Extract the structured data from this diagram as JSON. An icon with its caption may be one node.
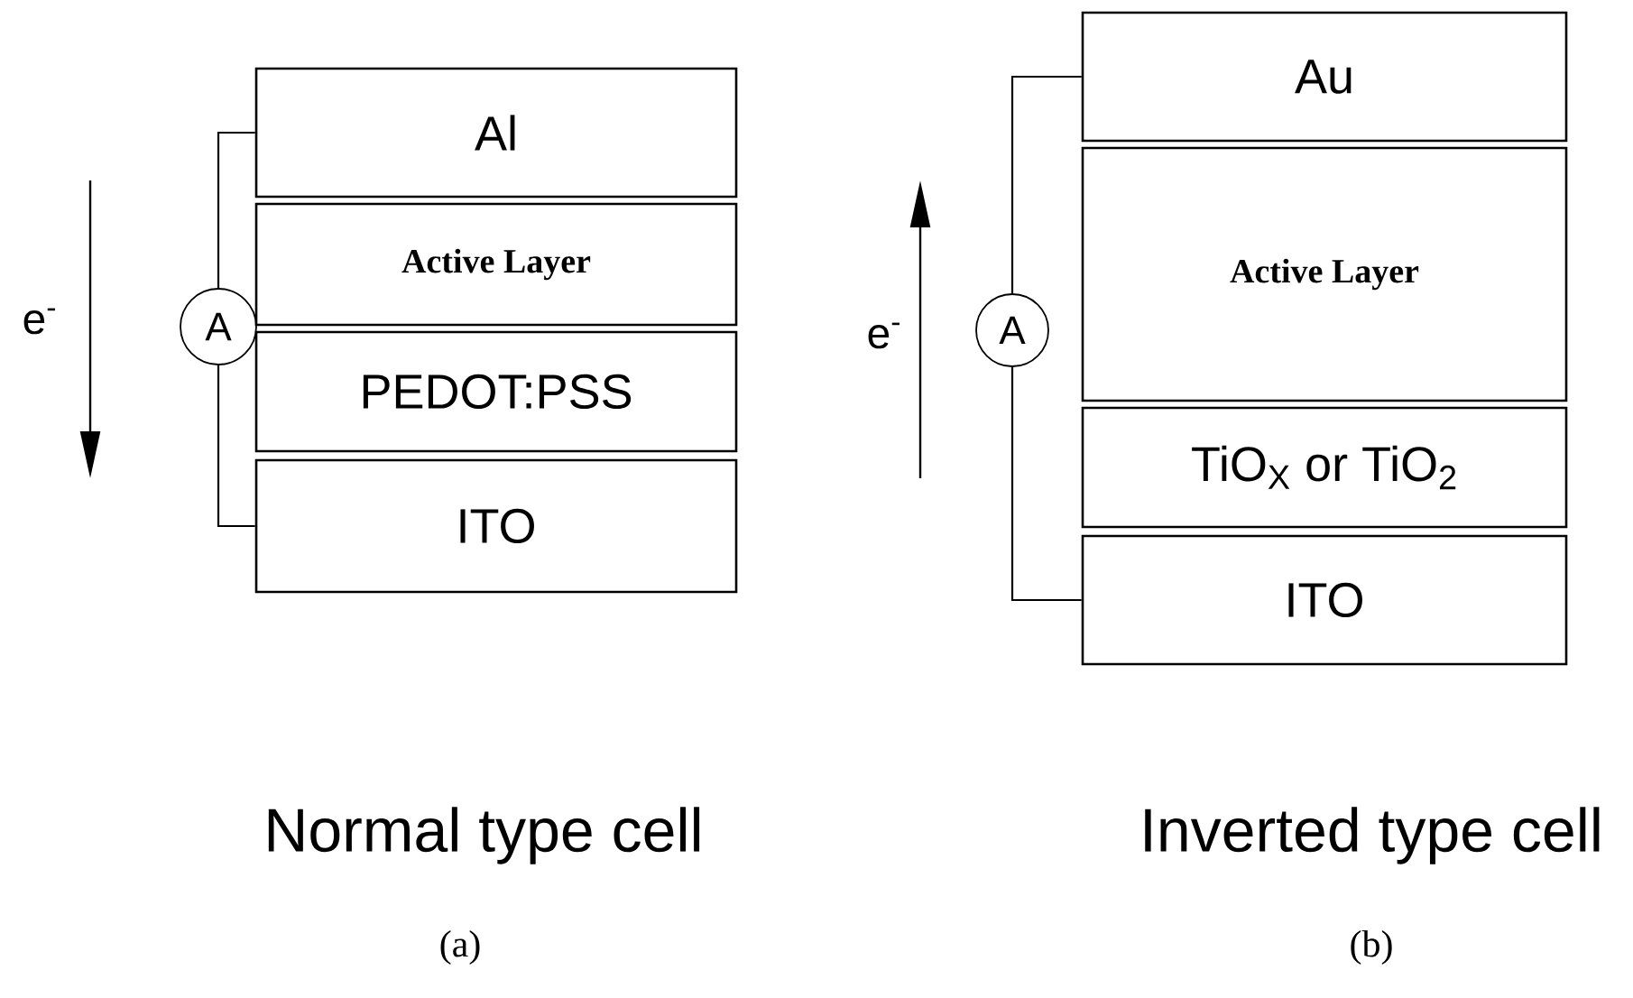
{
  "diagram": {
    "nodes": [
      {
        "text": [
          "Al"
        ]
      },
      {
        "text": [
          "Active Layer"
        ]
      },
      {
        "text": [
          "PEDOT:PSS"
        ]
      },
      {
        "text": [
          "ITO"
        ]
      },
      {
        "text": [
          "A"
        ]
      },
      {
        "text": [
          "Au"
        ]
      },
      {
        "text": [
          "Active Layer"
        ]
      },
      {
        "text": [
          "TiO$_{X}$ or TiO$_{2}$"
        ]
      },
      {
        "text": [
          "ITO"
        ]
      },
      {
        "text": [
          "A"
        ]
      }
    ],
    "edges": [
      {
        "from": 4,
        "to": 0,
        "arrow": "none"
      },
      {
        "from": 4,
        "to": 3,
        "arrow": "none"
      },
      {
        "from": 9,
        "to": 5,
        "arrow": "none"
      },
      {
        "from": 9,
        "to": 8,
        "arrow": "none"
      }
    ],
    "labels": [
      "e$^{-}$",
      "e$^{-}$",
      "Normal type cell",
      "Inverted type cell",
      "(a)",
      "(b)"
    ]
  }
}
